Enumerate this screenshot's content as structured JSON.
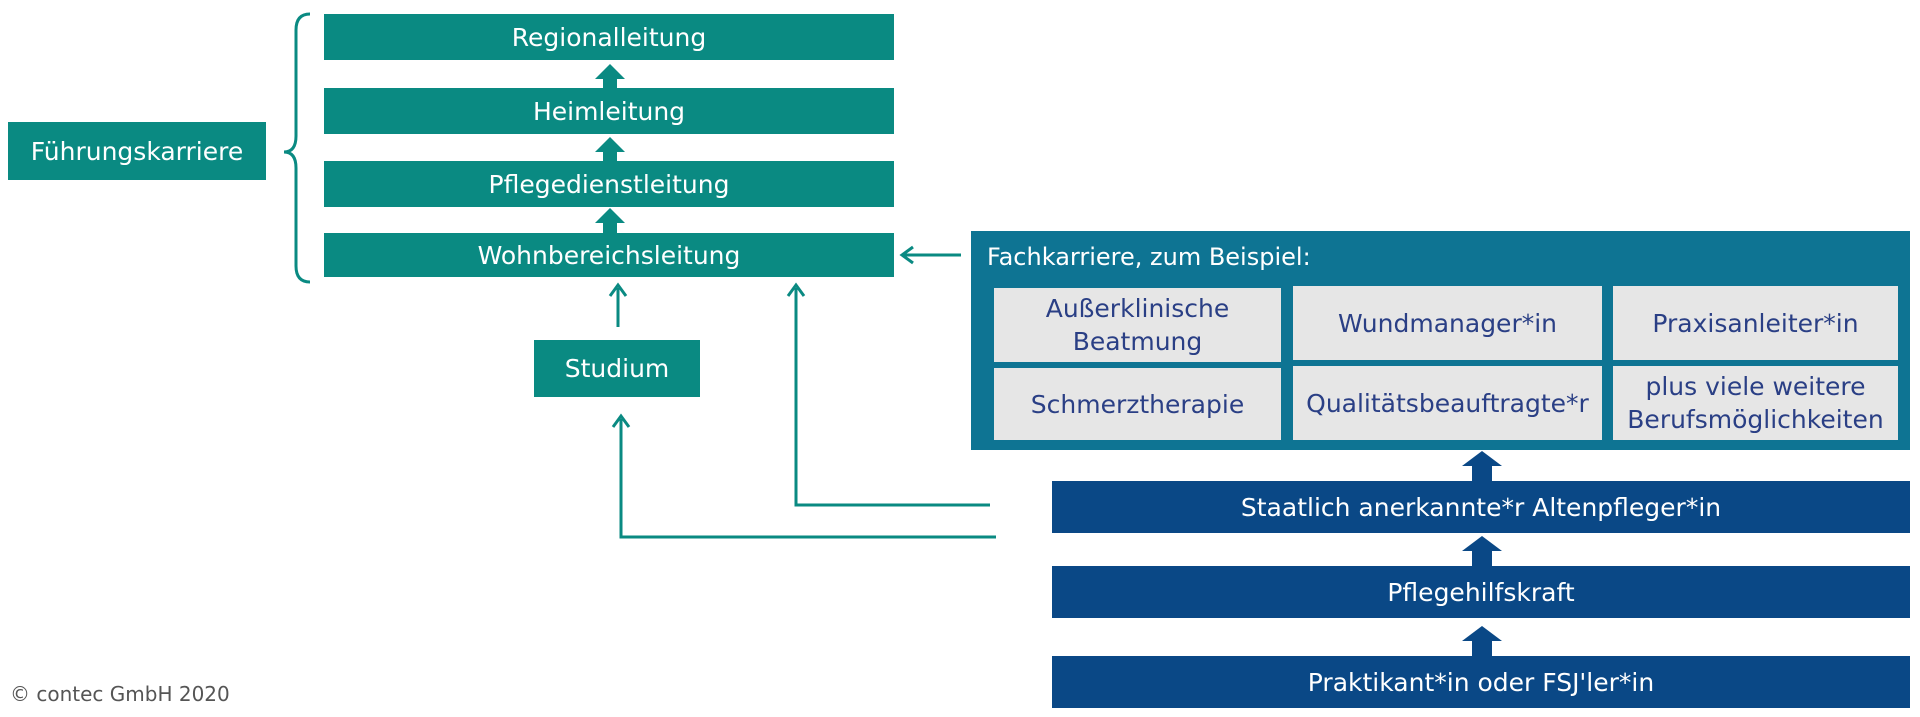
{
  "leadership": {
    "label": "Führungskarriere",
    "levels": [
      "Regionalleitung",
      "Heimleitung",
      "Pflegedienstleitung",
      "Wohnbereichsleitung"
    ]
  },
  "studium": "Studium",
  "fachkarriere": {
    "title": "Fachkarriere, zum Beispiel:",
    "items": [
      "Außerklinische Beatmung",
      "Wundmanager*in",
      "Praxisanleiter*in",
      "Schmerztherapie",
      "Qualitätsbeauftragte*r",
      "plus viele weitere Berufsmöglichkeiten"
    ]
  },
  "entry_levels": [
    "Staatlich anerkannte*r Altenpfleger*in",
    "Pflegehilfskraft",
    "Praktikant*in oder FSJ'ler*in"
  ],
  "copyright": "© contec GmbH 2020",
  "colors": {
    "teal": "#0a8a82",
    "navy": "#0a4886",
    "panel": "#0e7493",
    "cell": "#e6e6e6",
    "cell_text": "#2a3f85"
  }
}
